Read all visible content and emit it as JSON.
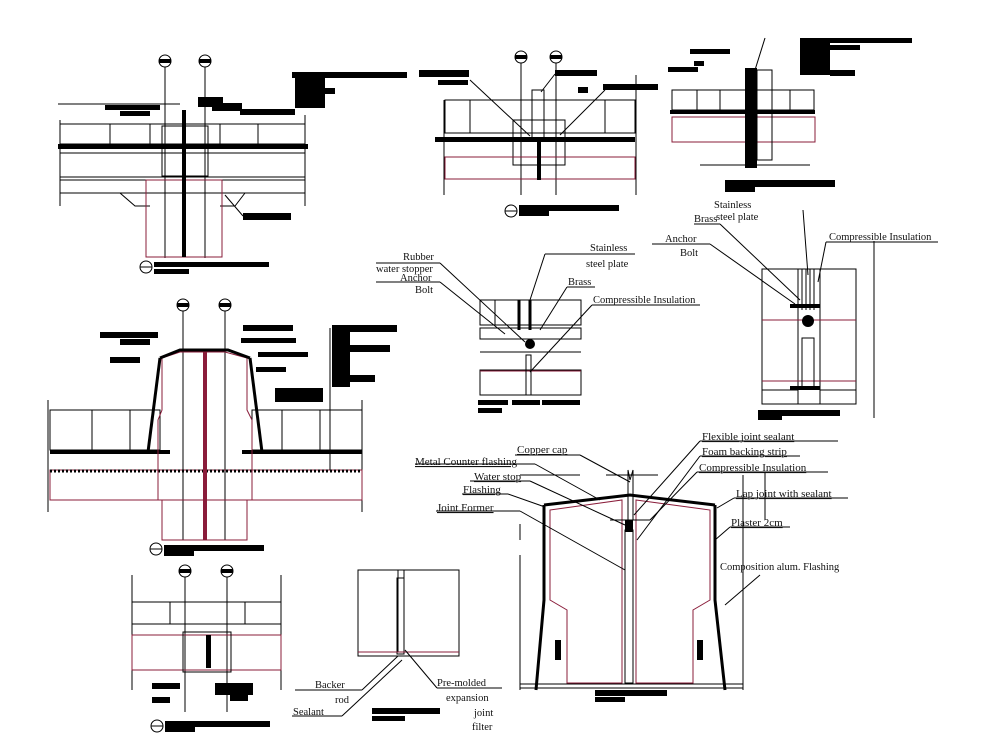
{
  "sheet": {
    "title": "Expansion Joint Details",
    "colors": {
      "line": "#000000",
      "insulation_outline": "#8a1c3a",
      "background": "#ffffff"
    }
  },
  "detail_wall_horizontal": {
    "labels": {
      "rubber_water_stopper": "Rubber\nwater stopper",
      "rubber": "Rubber",
      "water_stopper": "water stopper",
      "anchor": "Anchor",
      "bolt": "Bolt",
      "stainless": "Stainless",
      "steel_plate": "steel plate",
      "brass": "Brass",
      "compressible_insulation": "Compressible Insulation"
    }
  },
  "detail_wall_vertical": {
    "labels": {
      "stainless": "Stainless",
      "steel_plate": "steel plate",
      "brass": "Brass",
      "anchor": "Anchor",
      "bolt": "Bolt",
      "compressible_insulation": "Compressible Insulation"
    }
  },
  "detail_roof_upstand": {
    "labels": {
      "copper_cap": "Copper cap",
      "metal_counter_flashing": "Metal Counter flashing",
      "water_stop": "Water stop",
      "flashing": "Flashing",
      "joint_former": "Joint Former",
      "flexible_joint_sealant": "Flexible joint sealant",
      "foam_backing_strip": "Foam backing strip",
      "compressible_insulation": "Compressible Insulation",
      "lap_joint_with_sealant": "Lap joint with sealant",
      "plaster_2cm": "Plaster 2cm",
      "composition_alum_flashing": "Composition alum. Flashing"
    }
  },
  "detail_wall_joint_plan": {
    "labels": {
      "backer": "Backer",
      "rod": "rod",
      "sealant": "Sealant",
      "pre_molded": "Pre-molded",
      "expansion": "expansion",
      "joint": "joint",
      "filter": "filter"
    }
  }
}
